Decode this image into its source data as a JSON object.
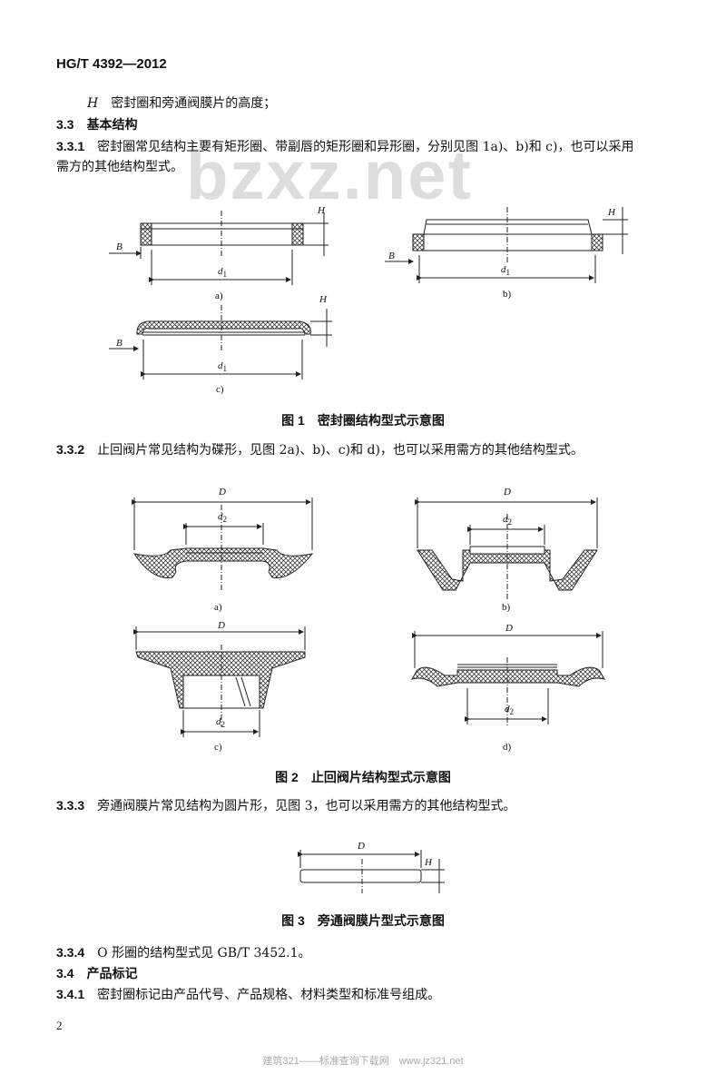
{
  "header": {
    "standard_code": "HG/T 4392—2012"
  },
  "watermark": "bzxz.net",
  "paragraphs": {
    "h_def": {
      "symbol": "H",
      "text": "密封圈和旁通阀膜片的高度；"
    },
    "s33": {
      "num": "3.3",
      "title": "基本结构"
    },
    "s331": {
      "num": "3.3.1",
      "line1": "密封圈常见结构主要有矩形圈、带副唇的矩形圈和异形圈，分别见图 1a)、b)和 c)，也可以采用",
      "line2": "需方的其他结构型式。"
    },
    "s332": {
      "num": "3.3.2",
      "text": "止回阀片常见结构为碟形，见图 2a)、b)、c)和 d)，也可以采用需方的其他结构型式。"
    },
    "s333": {
      "num": "3.3.3",
      "text": "旁通阀膜片常见结构为圆片形，见图 3，也可以采用需方的其他结构型式。"
    },
    "s334": {
      "num": "3.3.4",
      "text": "O 形圈的结构型式见 GB/T 3452.1。"
    },
    "s34": {
      "num": "3.4",
      "title": "产品标记"
    },
    "s341": {
      "num": "3.4.1",
      "text": "密封圈标记由产品代号、产品规格、材料类型和标准号组成。"
    }
  },
  "figures": {
    "fig1": {
      "caption": "图 1　密封圈结构型式示意图",
      "sub_a": "a)",
      "sub_b": "b)",
      "sub_c": "c)",
      "dim_B": "B",
      "dim_H": "H",
      "dim_d": "d",
      "dim_d_sub": "1"
    },
    "fig2": {
      "caption": "图 2　止回阀片结构型式示意图",
      "sub_a": "a)",
      "sub_b": "b)",
      "sub_c": "c)",
      "sub_d": "d)",
      "dim_D": "D",
      "dim_d": "d",
      "dim_d_sub": "2"
    },
    "fig3": {
      "caption": "图 3　旁通阀膜片型式示意图",
      "dim_D": "D",
      "dim_H": "H"
    }
  },
  "page_number": "2",
  "footer": "建筑321——标准查询下载网　www.jz321.net"
}
